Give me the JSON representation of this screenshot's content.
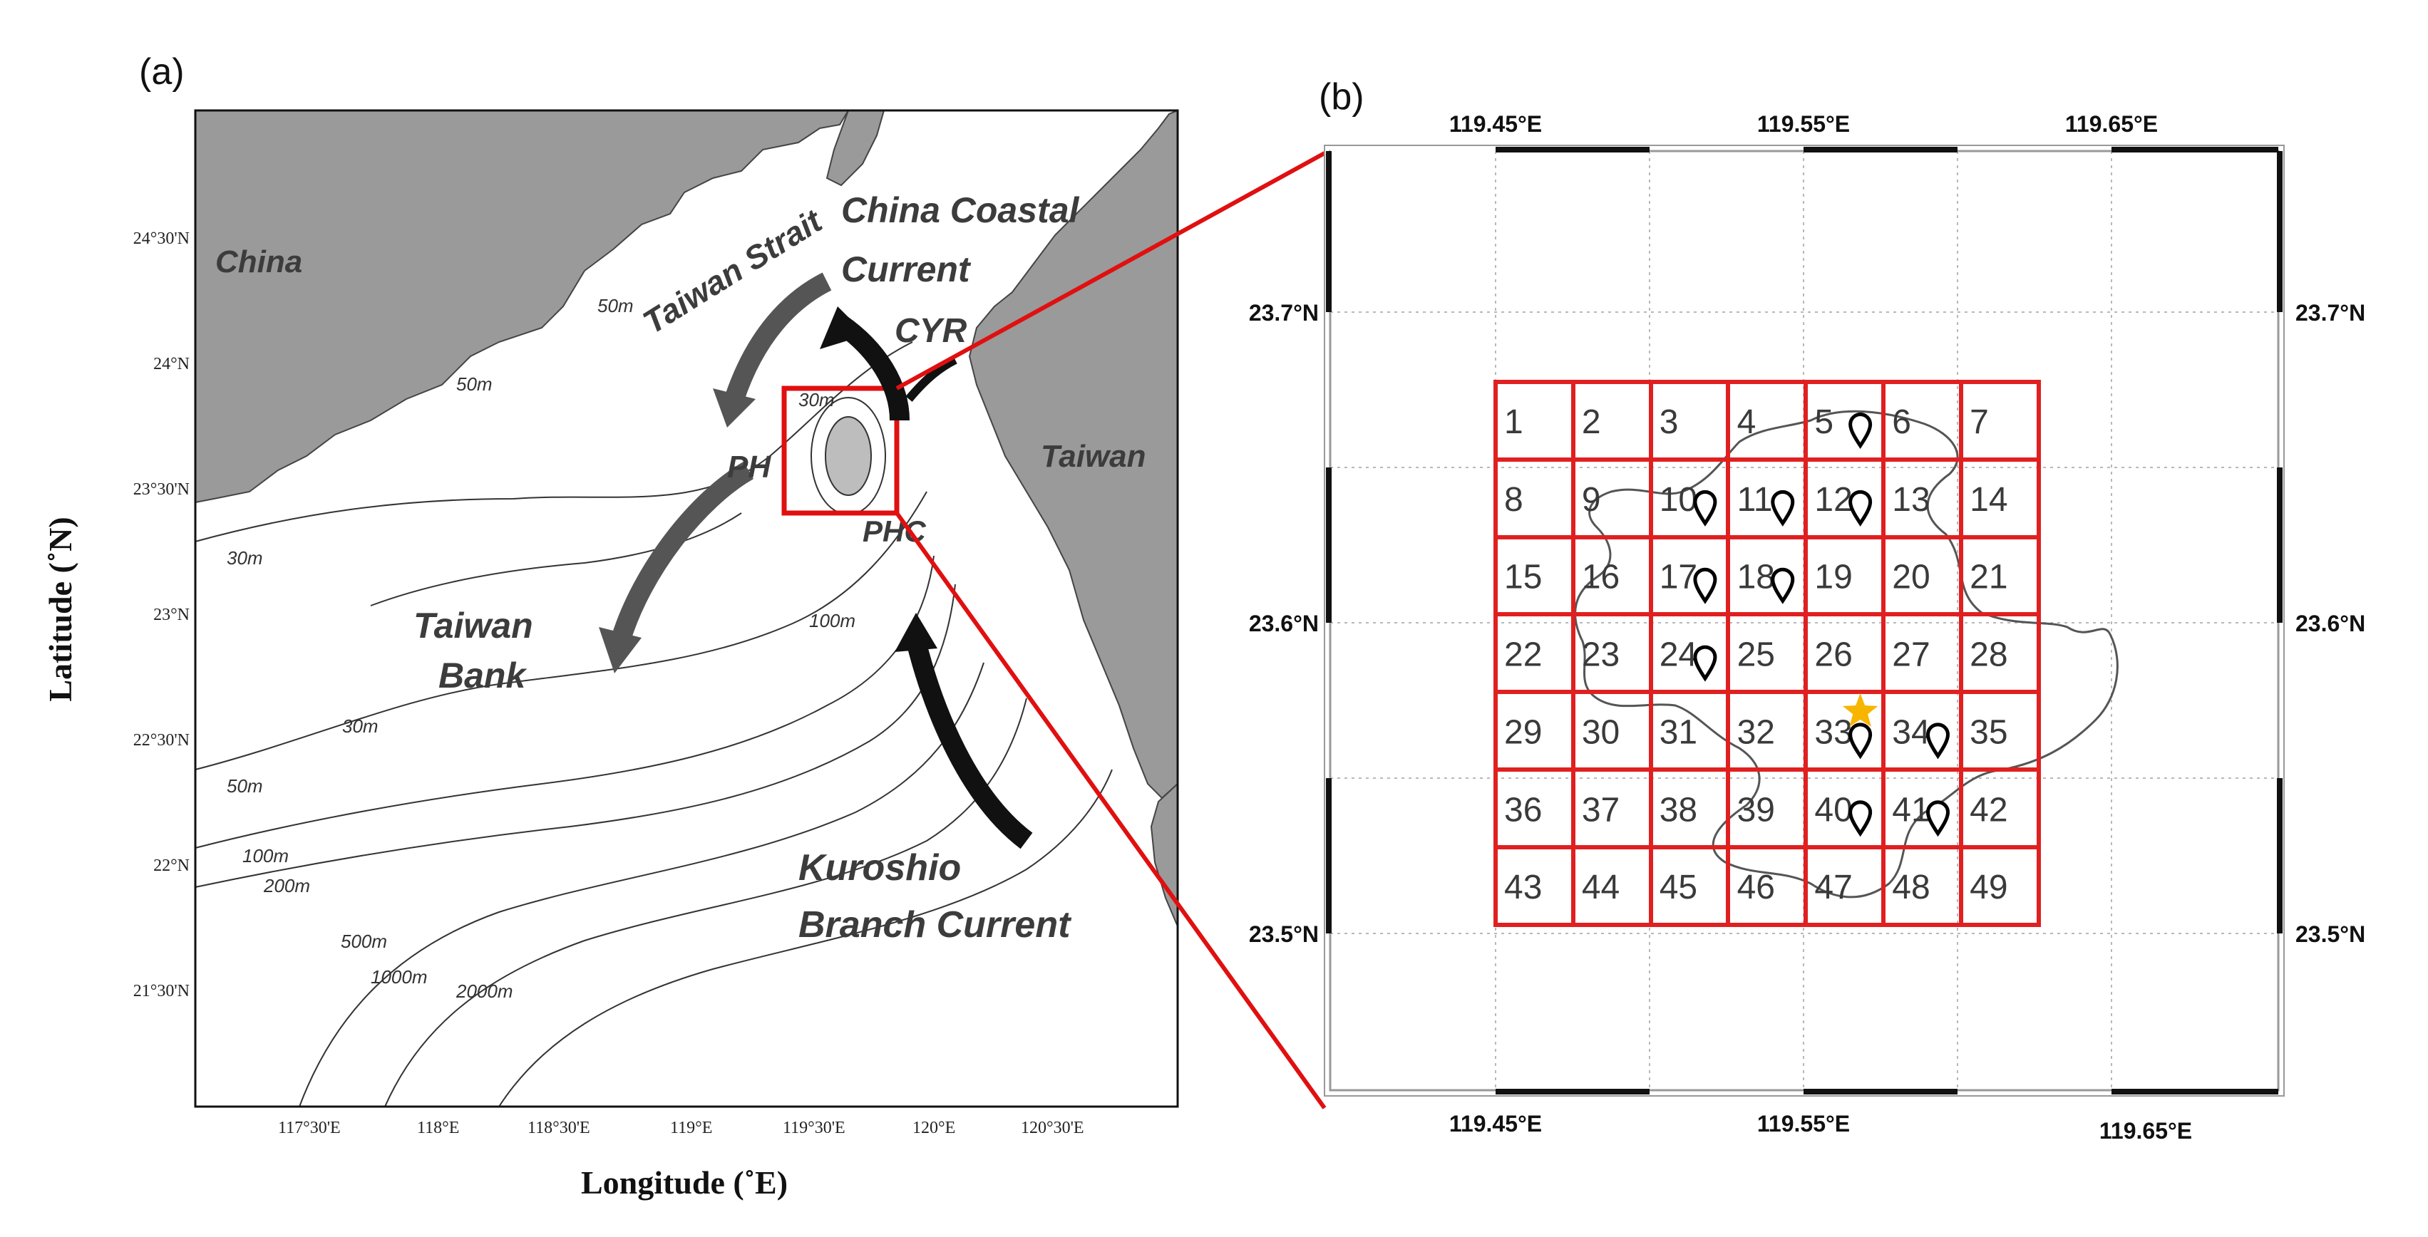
{
  "panel_a": {
    "tag": "(a)",
    "x_axis_title": "Longitude (˚E)",
    "y_axis_title": "Latitude (˚N)",
    "x_ticks": [
      "117°30'E",
      "118°E",
      "118°30'E",
      "119°E",
      "119°30'E",
      "120°E",
      "120°30'E"
    ],
    "y_ticks": [
      "24°30'N",
      "24°N",
      "23°30'N",
      "23°N",
      "22°30'N",
      "22°N",
      "21°30'N"
    ],
    "labels": {
      "china": "China",
      "taiwan": "Taiwan",
      "taiwan_strait": "Taiwan Strait",
      "china_coastal_current_1": "China Coastal",
      "china_coastal_current_2": "Current",
      "cyr": "CYR",
      "ph": "PH",
      "phc": "PHC",
      "taiwan_bank_1": "Taiwan",
      "taiwan_bank_2": "Bank",
      "kuroshio_1": "Kuroshio",
      "kuroshio_2": "Branch Current"
    },
    "contour_labels": [
      "50m",
      "30m",
      "30m",
      "30m",
      "50m",
      "100m",
      "200m",
      "500m",
      "1000m",
      "2000m",
      "100m",
      "50m"
    ],
    "colors": {
      "land": "#9a9a9a",
      "sea": "#ffffff",
      "inset_box": "#e01010",
      "arrow_dark": "#111111",
      "arrow_grey": "#555555"
    }
  },
  "panel_b": {
    "tag": "(b)",
    "top_ticks": [
      "119.45°E",
      "119.55°E",
      "119.65°E"
    ],
    "bottom_ticks": [
      "119.45°E",
      "119.55°E",
      "119.65°E"
    ],
    "left_ticks": [
      "23.7°N",
      "23.6°N",
      "23.5°N"
    ],
    "right_ticks": [
      "23.7°N",
      "23.6°N",
      "23.5°N"
    ],
    "grid": {
      "rows": 7,
      "cols": 7,
      "cells": [
        "1",
        "2",
        "3",
        "4",
        "5",
        "6",
        "7",
        "8",
        "9",
        "10",
        "11",
        "12",
        "13",
        "14",
        "15",
        "16",
        "17",
        "18",
        "19",
        "20",
        "21",
        "22",
        "23",
        "24",
        "25",
        "26",
        "27",
        "28",
        "29",
        "30",
        "31",
        "32",
        "33",
        "34",
        "35",
        "36",
        "37",
        "38",
        "39",
        "40",
        "41",
        "42",
        "43",
        "44",
        "45",
        "46",
        "47",
        "48",
        "49"
      ]
    },
    "markers": [
      {
        "type": "pin",
        "cell": 5
      },
      {
        "type": "pin",
        "cell": 10
      },
      {
        "type": "pin",
        "cell": 11
      },
      {
        "type": "pin",
        "cell": 12
      },
      {
        "type": "pin",
        "cell": 17
      },
      {
        "type": "pin",
        "cell": 18
      },
      {
        "type": "pin",
        "cell": 24
      },
      {
        "type": "pin",
        "cell": 33
      },
      {
        "type": "pin",
        "cell": 34
      },
      {
        "type": "pin",
        "cell": 40
      },
      {
        "type": "pin",
        "cell": 41
      },
      {
        "type": "star",
        "cell": 33
      }
    ],
    "colors": {
      "grid_line": "#e02020",
      "star": "#f7b500",
      "pin": "#000000",
      "coast": "#555555"
    }
  }
}
